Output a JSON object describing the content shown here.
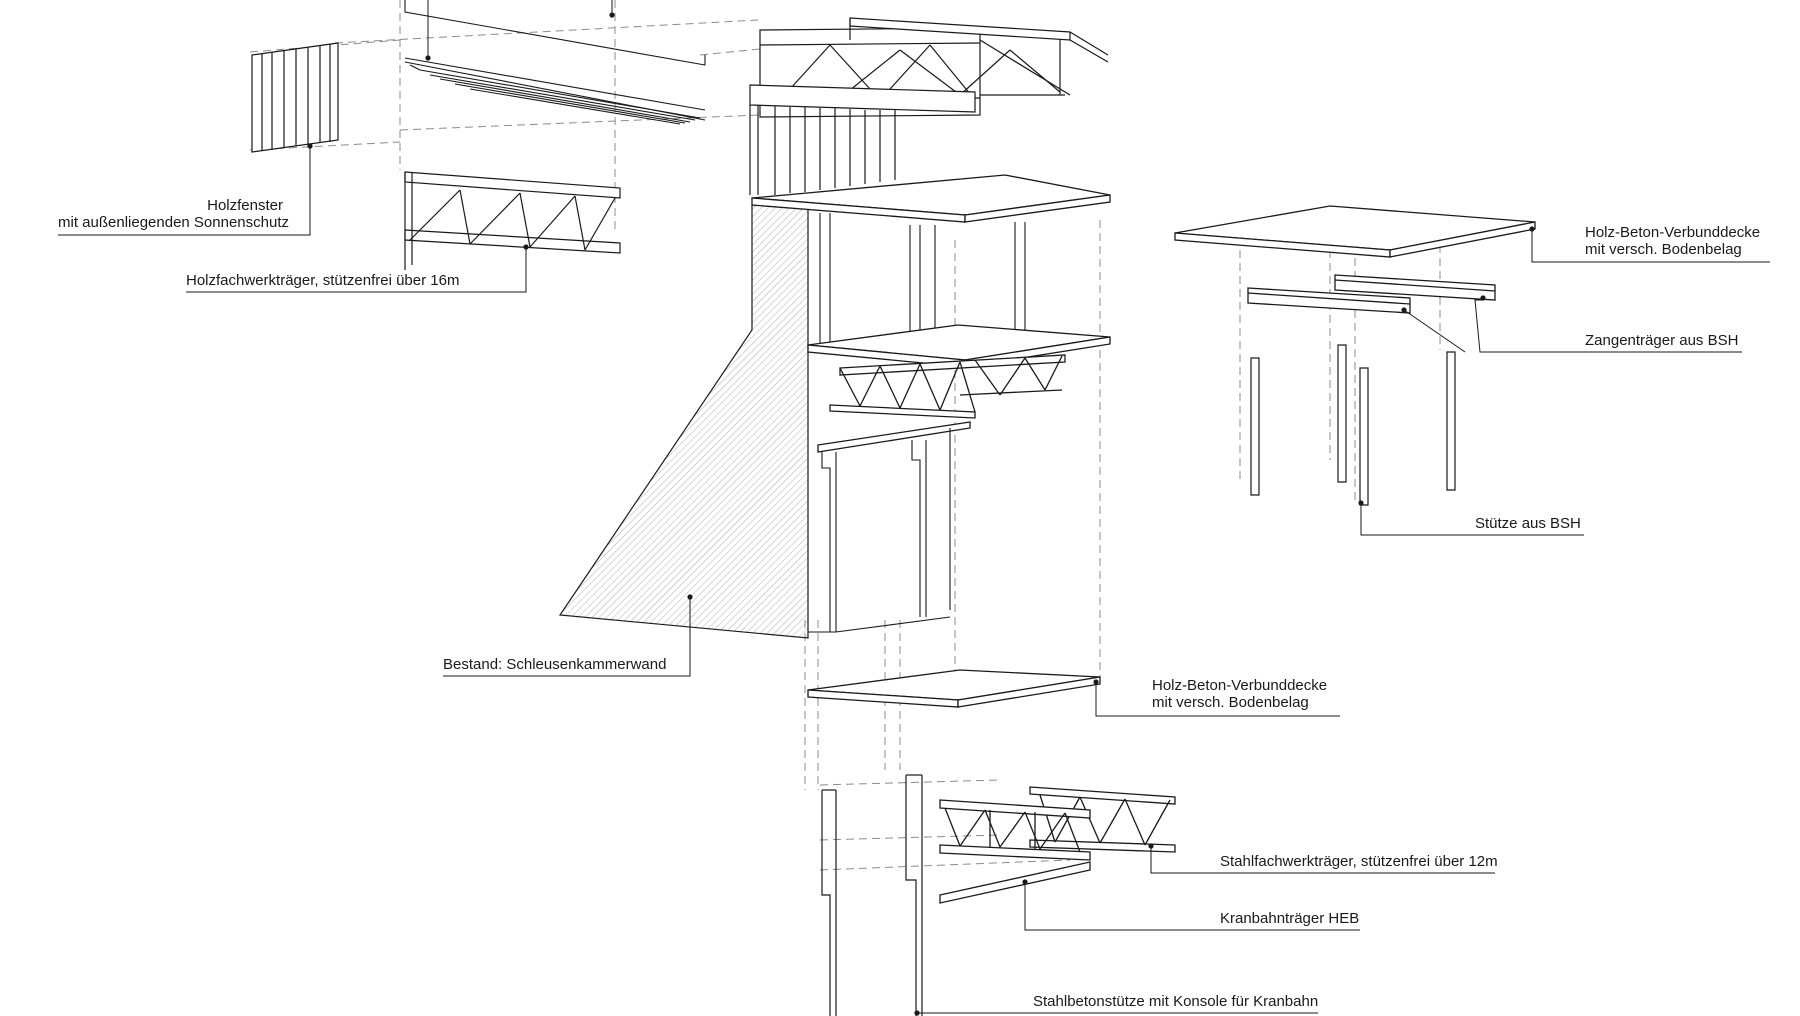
{
  "labels": {
    "holzfenster": [
      "Holzfenster",
      "mit außenliegenden Sonnenschutz"
    ],
    "holzfachwerk": "Holzfachwerkträger, stützenfrei über 16m",
    "bestand": "Bestand: Schleusenkammerwand",
    "hbv_upper": [
      "Holz-Beton-Verbunddecke",
      "mit versch. Bodenbelag"
    ],
    "zangen": "Zangenträger aus BSH",
    "stuetze_bsh": "Stütze aus BSH",
    "hbv_lower": [
      "Holz-Beton-Verbunddecke",
      "mit versch. Bodenbelag"
    ],
    "stahlfachwerk": "Stahlfachwerkträger, stützenfrei über 12m",
    "kranbahn": "Kranbahnträger HEB",
    "stahlbeton": "Stahlbetonstütze mit Konsole für Kranbahn"
  },
  "colors": {
    "line": "#1a1a1a",
    "hatch": "#8a8a8a",
    "dash": "#8c8c8c"
  }
}
